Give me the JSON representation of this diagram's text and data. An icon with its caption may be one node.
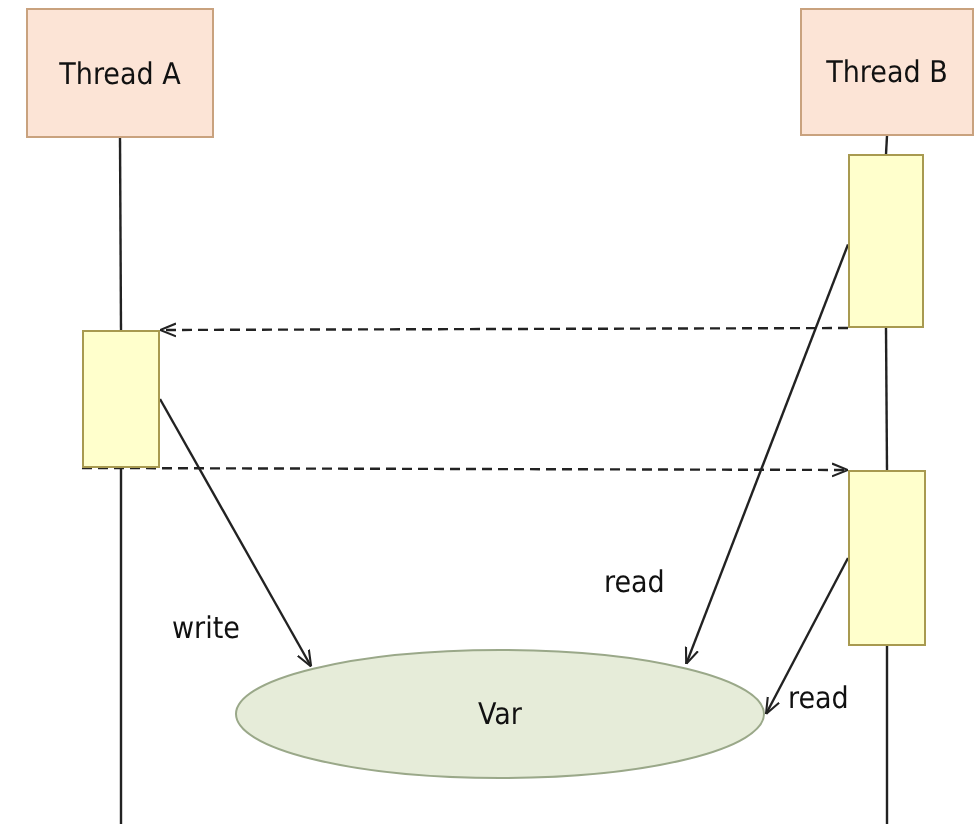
{
  "diagram": {
    "nodes": [
      {
        "text": [
          "Thread A"
        ]
      },
      {
        "text": [
          "Thread B"
        ]
      },
      {
        "text": [],
        "shape": "box"
      },
      {
        "text": [],
        "shape": "box"
      },
      {
        "text": [],
        "shape": "box"
      },
      {
        "text": [
          "Var"
        ]
      }
    ],
    "edges": [
      {
        "from": 0,
        "to": 2,
        "arrow": "none"
      },
      {
        "from": 2,
        "to": null,
        "arrow": "none"
      },
      {
        "from": 1,
        "to": 3,
        "arrow": "none"
      },
      {
        "from": 3,
        "to": 4,
        "arrow": "none"
      },
      {
        "from": 4,
        "to": null,
        "arrow": "none"
      },
      {
        "from": 3,
        "to": 2,
        "arrow": "to",
        "style": "dashed"
      },
      {
        "from": 2,
        "to": 4,
        "arrow": "to",
        "style": "dashed"
      },
      {
        "from": 2,
        "to": 5,
        "label": "write",
        "arrow": "to"
      },
      {
        "from": 3,
        "to": 5,
        "label": "read",
        "arrow": "to"
      },
      {
        "from": 4,
        "to": 5,
        "label": "read",
        "arrow": "to"
      }
    ]
  }
}
